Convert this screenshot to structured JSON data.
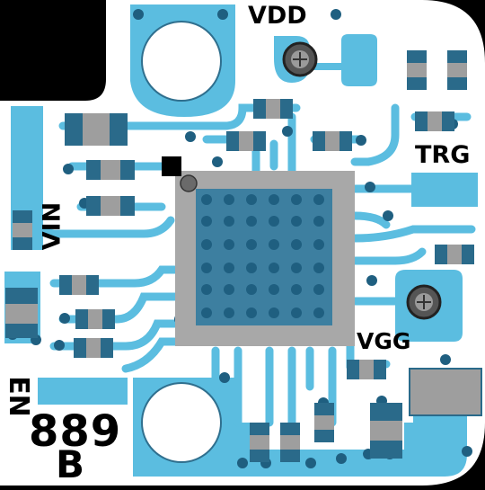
{
  "board": {
    "labels": {
      "vdd": "VDD",
      "trg": "TRG",
      "vin": "VIN",
      "vgg": "VGG",
      "en": "EN",
      "part_number": "889",
      "revision": "B"
    },
    "colors": {
      "background": "#000000",
      "substrate": "#ffffff",
      "copper": "#5bbde0",
      "copper_dark": "#2f6f8e",
      "solder_mask": "#4aa3c9",
      "component_body": "#9e9e9e",
      "component_pad": "#2a6a8a",
      "chip_body": "#a8a8a8",
      "chip_die": "#3d7fa0",
      "via": "#1f5f80",
      "silkscreen": "#000000"
    }
  }
}
